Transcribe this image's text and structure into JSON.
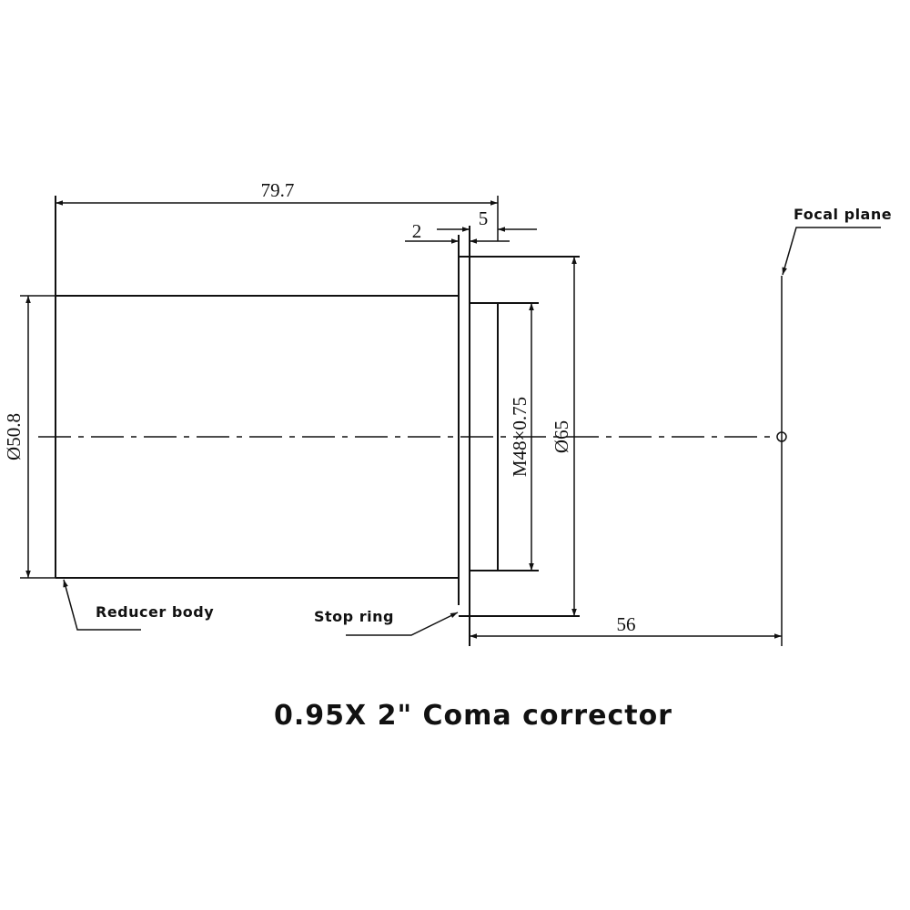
{
  "title": "0.95X 2\" Coma corrector",
  "dimensions": {
    "overall_length": "79.7",
    "stop_ring_thickness": "2",
    "flange_offset": "5",
    "body_diameter": "Ø50.8",
    "thread": "M48×0.75",
    "flange_diameter": "Ø65",
    "back_focus": "56"
  },
  "labels": {
    "reducer_body": "Reducer body",
    "stop_ring": "Stop ring",
    "focal_plane": "Focal plane"
  },
  "colors": {
    "line": "#111111",
    "background": "#ffffff"
  }
}
